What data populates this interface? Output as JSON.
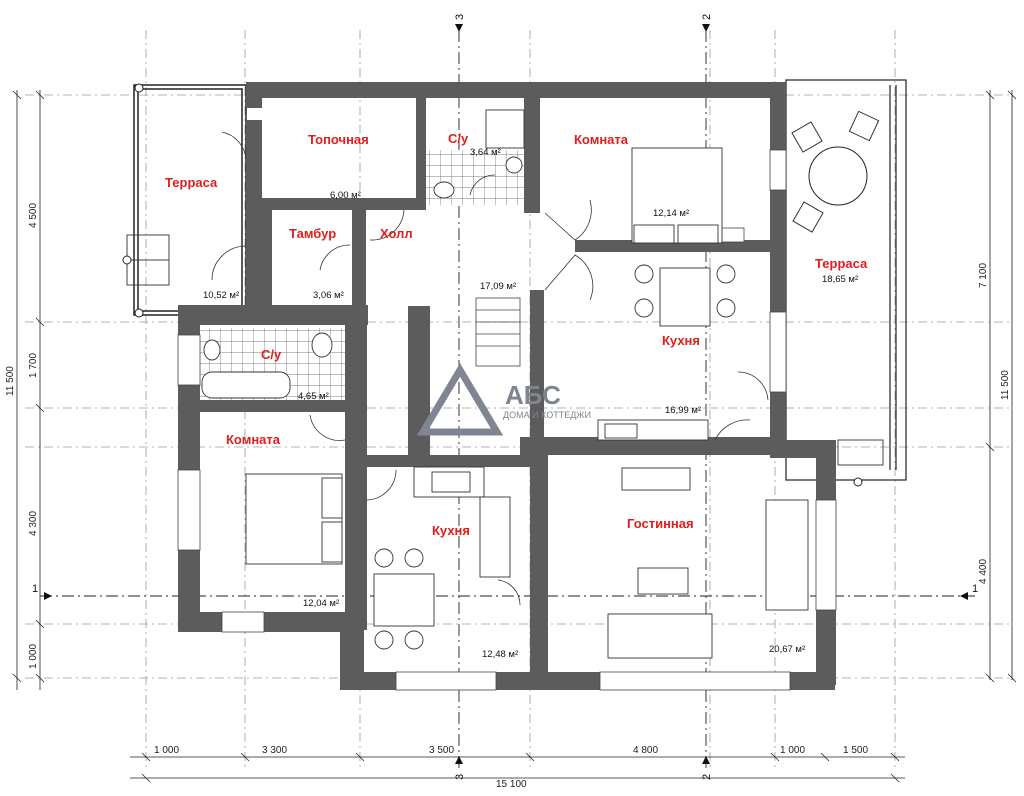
{
  "rooms": [
    {
      "name": "Терраса",
      "area": "10,52 м²"
    },
    {
      "name": "Топочная",
      "area": "6,00 м²"
    },
    {
      "name": "С/у",
      "area": "3,64 м²"
    },
    {
      "name": "Комната",
      "area": "12,14 м²"
    },
    {
      "name": "Тамбур",
      "area": "3,06 м²"
    },
    {
      "name": "Холл",
      "area": "17,09 м²"
    },
    {
      "name": "Терраса",
      "area": "18,65 м²"
    },
    {
      "name": "Кухня",
      "area": "16,99 м²"
    },
    {
      "name": "С/у",
      "area": "4,65 м²"
    },
    {
      "name": "Комната",
      "area": "12,04 м²"
    },
    {
      "name": "Кухня",
      "area": "12,48 м²"
    },
    {
      "name": "Гостинная",
      "area": "20,67 м²"
    }
  ],
  "dimensions": {
    "bottom": [
      "1 000",
      "3 300",
      "3 500",
      "4 800",
      "1 000",
      "1 500"
    ],
    "bottom_total": "15 100",
    "left": [
      "4 500",
      "1 700",
      "4 300",
      "1 000"
    ],
    "left_total": "11 500",
    "right": [
      "7 100",
      "4 400"
    ],
    "right_total": "11 500"
  },
  "axes": {
    "a3": "3",
    "a2": "2",
    "a1": "1"
  },
  "logo": {
    "title": "АБС",
    "subtitle": "ДОМА И КОТТЕДЖИ"
  }
}
